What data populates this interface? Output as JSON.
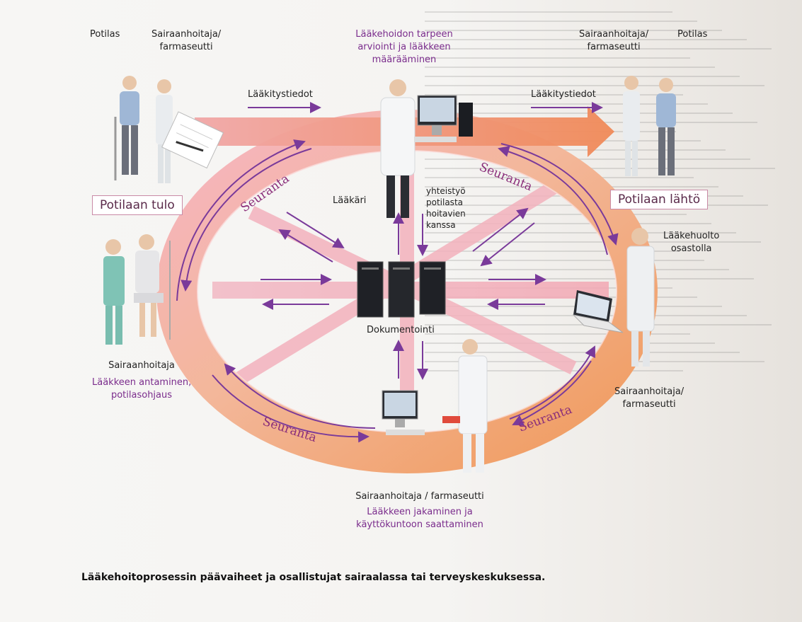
{
  "labels": {
    "patient_left": "Potilas",
    "nurse_left_1": "Sairaanhoitaja/",
    "nurse_left_2": "farmaseutti",
    "need_1": "Lääkehoidon tarpeen",
    "need_2": "arviointi ja lääkkeen",
    "need_3": "määrääminen",
    "nurse_right_1": "Sairaanhoitaja/",
    "nurse_right_2": "farmaseutti",
    "patient_right": "Potilas",
    "medinfo_left": "Lääkitystiedot",
    "medinfo_right": "Lääkitystiedot",
    "admission": "Potilaan tulo",
    "discharge": "Potilaan lähtö",
    "doctor": "Lääkäri",
    "coop_1": "yhteistyö",
    "coop_2": "potilasta",
    "coop_3": "hoitavien",
    "coop_4": "kanssa",
    "ward_1": "Lääkehuolto",
    "ward_2": "osastolla",
    "documentation": "Dokumentointi",
    "nurse_admin": "Sairaanhoitaja",
    "admin_1": "Lääkkeen antaminen,",
    "admin_2": "potilasohjaus",
    "nurse_br_1": "Sairaanhoitaja/",
    "nurse_br_2": "farmaseutti",
    "dispense_role": "Sairaanhoitaja / farmaseutti",
    "dispense_1": "Lääkkeen jakaminen ja",
    "dispense_2": "käyttökuntoon saattaminen",
    "followup": "Seuranta"
  },
  "caption": "Lääkehoitoprosessin päävaiheet ja osallistujat sairaalassa tai terveyskeskuksessa.",
  "colors": {
    "ring_outer": "#f4a46a",
    "ring_inner": "#f7c9cf",
    "arrow": "#7a3a9a",
    "label_purple": "#7a2c8c"
  },
  "icons": [
    "patient-figure",
    "nurse-figure",
    "doctor-figure",
    "notepad-icon",
    "computer-monitor-icon",
    "server-icon",
    "laptop-icon"
  ]
}
